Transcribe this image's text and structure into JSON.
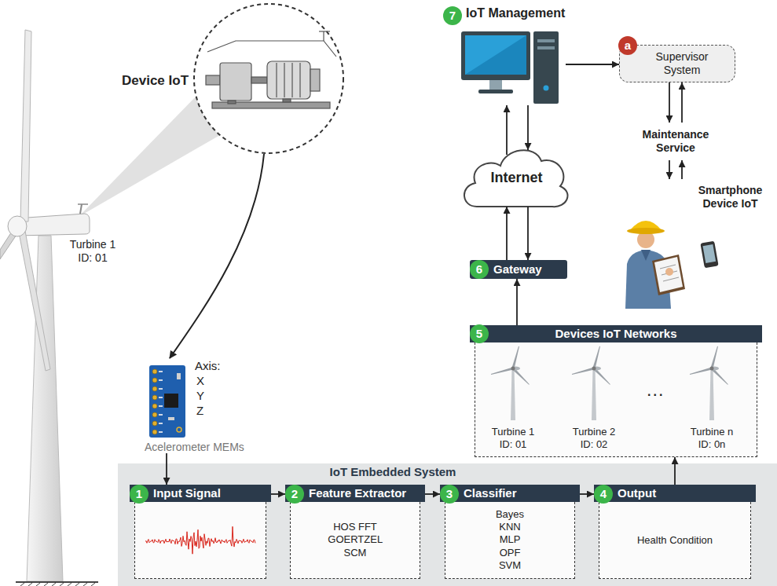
{
  "diagram": {
    "nodes": [
      {
        "text": [
          "IoT Management"
        ]
      },
      {
        "text": [
          "Supervisor System"
        ]
      },
      {
        "text": [
          "Maintenance Service"
        ]
      },
      {
        "text": [
          "Smartphone Device IoT"
        ]
      },
      {
        "text": [
          "Internet"
        ]
      },
      {
        "text": [
          "Gateway"
        ]
      },
      {
        "text": [
          "Devices IoT Networks",
          "Turbine 1 ID: 01",
          "Turbine 2 ID: 02",
          "...",
          "Turbine n ID: 0n"
        ]
      },
      {
        "text": [
          "Acelerometer MEMs"
        ]
      },
      {
        "text": [
          "IoT Embedded System"
        ]
      },
      {
        "text": [
          "Input Signal"
        ],
        "in": 8
      },
      {
        "text": [
          "Feature Extractor",
          "HOS FFT GOERTZEL SCM"
        ],
        "in": 8
      },
      {
        "text": [
          "Classifier",
          "Bayes KNN MLP OPF SVM"
        ],
        "in": 8
      },
      {
        "text": [
          "Output",
          "Health Condition"
        ],
        "in": 8
      }
    ],
    "edges": [
      {
        "from": 0,
        "to": 1,
        "arrow": "to"
      },
      {
        "from": 0,
        "to": 4,
        "arrow": "to"
      },
      {
        "from": 4,
        "to": 0,
        "arrow": "to"
      },
      {
        "from": 1,
        "to": 2,
        "arrow": "to"
      },
      {
        "from": 2,
        "to": 1,
        "arrow": "to"
      },
      {
        "from": 2,
        "to": 3,
        "arrow": "to"
      },
      {
        "from": 3,
        "to": 2,
        "arrow": "to"
      },
      {
        "from": 4,
        "to": 5,
        "arrow": "to"
      },
      {
        "from": 5,
        "to": 4,
        "arrow": "to"
      },
      {
        "from": 6,
        "to": 5,
        "arrow": "to"
      },
      {
        "from": 7,
        "to": 9,
        "arrow": "to"
      },
      {
        "from": 9,
        "to": 10,
        "arrow": "to"
      },
      {
        "from": 10,
        "to": 11,
        "arrow": "to"
      },
      {
        "from": 11,
        "to": 12,
        "arrow": "to"
      },
      {
        "from": 12,
        "to": 6,
        "arrow": "to"
      }
    ],
    "labels": [
      "Device IoT",
      "7",
      "a",
      "Turbine 1 ID: 01",
      "6",
      "Axis:",
      "X",
      "Y",
      "Z",
      "5",
      "1",
      "2",
      "3",
      "4"
    ]
  }
}
